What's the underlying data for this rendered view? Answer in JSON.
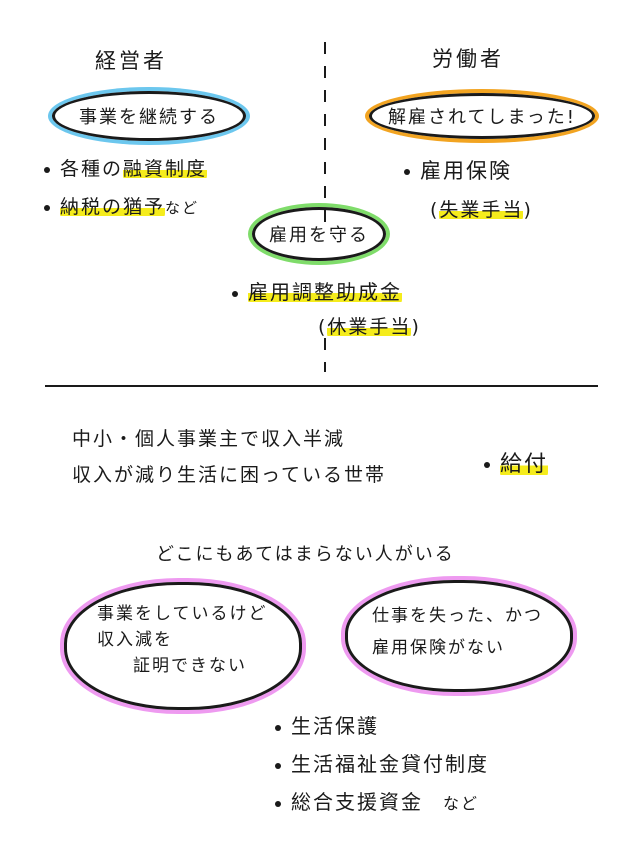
{
  "employer": {
    "heading": "経営者",
    "goal": "事業を継続する",
    "items": [
      {
        "plain": "各種の",
        "highlight": "融資制度",
        "suffix": ""
      },
      {
        "plain": "",
        "highlight": "納税の猶予",
        "suffix": "など"
      }
    ]
  },
  "worker": {
    "heading": "労働者",
    "goal": "解雇されてしまった!",
    "item": "雇用保険",
    "sub_open": "(",
    "sub": "失業手当",
    "sub_close": ")"
  },
  "shared": {
    "goal": "雇用を守る",
    "item": "雇用調整助成金",
    "sub_open": "(",
    "sub": "休業手当",
    "sub_close": ")"
  },
  "income": {
    "lines": [
      "中小・個人事業主で収入半減",
      "収入が減り生活に困っている世帯"
    ],
    "benefit": "給付"
  },
  "gap": {
    "heading": "どこにもあてはまらない人がいる",
    "left_bubble": [
      "事業をしているけど",
      "収入減を",
      "証明できない"
    ],
    "right_bubble": [
      "仕事を失った、かつ",
      "雇用保険がない"
    ],
    "items": [
      "生活保護",
      "生活福祉金貸付制度",
      "総合支援資金"
    ],
    "items_suffix": "など"
  },
  "colors": {
    "highlight": "#f5ec1c",
    "employer": "#6cc7ee",
    "worker": "#f2a421",
    "shared": "#7fdc6a",
    "bubble": "#ee9af0"
  }
}
